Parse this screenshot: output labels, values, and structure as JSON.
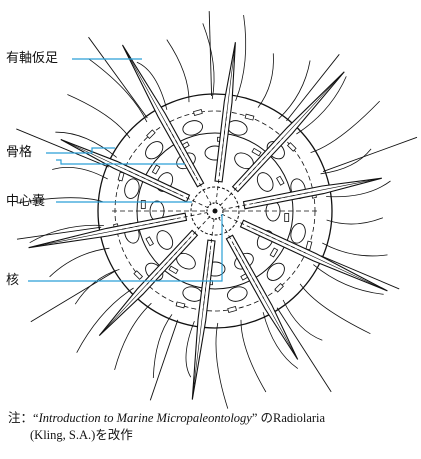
{
  "labels": {
    "axopodium": "有軸仮足",
    "skeleton": "骨格",
    "central_capsule": "中心嚢",
    "nucleus": "核"
  },
  "note": {
    "prefix": "注：“",
    "book_title": "Introduction to Marine Micropaleontology",
    "suffix": "” のRadiolaria",
    "line2": "(Kling, S.A.)を改作"
  },
  "colors": {
    "ink": "#111111",
    "leader": "#2a9fd6"
  }
}
